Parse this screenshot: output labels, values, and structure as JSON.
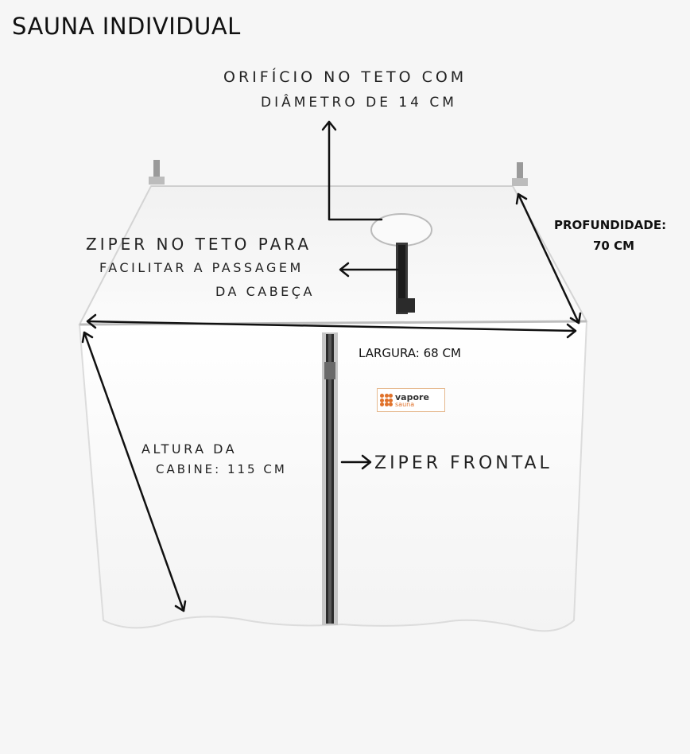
{
  "title": "SAUNA INDIVIDUAL",
  "labels": {
    "orificio_l1": "ORIFÍCIO NO TETO COM",
    "orificio_l2": "DIÂMETRO DE 14 CM",
    "profundidade_l1": "PROFUNDIDADE:",
    "profundidade_l2": "70 CM",
    "ziper_teto_l1": "ZIPER NO TETO PARA",
    "ziper_teto_l2": "FACILITAR A PASSAGEM",
    "ziper_teto_l3": "DA CABEÇA",
    "largura": "LARGURA: 68 CM",
    "altura_l1": "ALTURA DA",
    "altura_l2": "CABINE: 115 CM",
    "ziper_frontal": "ZIPER FRONTAL"
  },
  "brand": {
    "name": "vapore",
    "sub": "sauna"
  },
  "colors": {
    "background": "#f6f6f6",
    "cabin": "#ffffff",
    "frame": "#c9c9c9",
    "zipper": "#2b2b2b",
    "arrow": "#111111",
    "brand_accent": "#e0712a"
  }
}
